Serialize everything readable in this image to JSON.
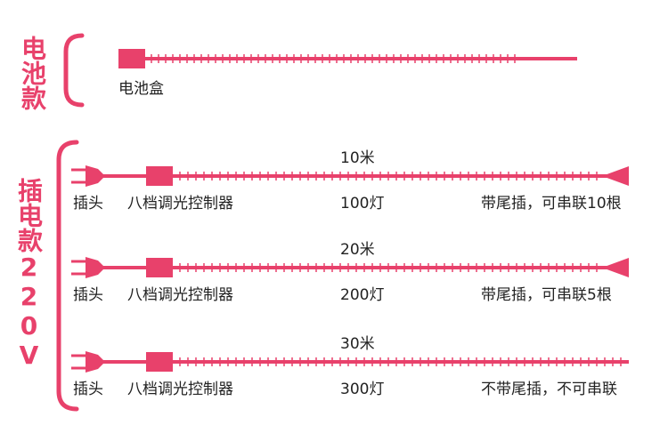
{
  "colors": {
    "accent": "#e8416b",
    "text": "#222222"
  },
  "battery_section": {
    "side_label": "电池款",
    "box_label": "电池盒"
  },
  "plug_section": {
    "side_label": "插电款220V",
    "rows": [
      {
        "length": "10米",
        "plug": "插头",
        "controller": "八档调光控制器",
        "lights": "100灯",
        "note": "带尾插，可串联10根",
        "tail_plug": true
      },
      {
        "length": "20米",
        "plug": "插头",
        "controller": "八档调光控制器",
        "lights": "200灯",
        "note": "带尾插，可串联5根",
        "tail_plug": true
      },
      {
        "length": "30米",
        "plug": "插头",
        "controller": "八档调光控制器",
        "lights": "300灯",
        "note": "不带尾插，不可串联",
        "tail_plug": false
      }
    ]
  }
}
